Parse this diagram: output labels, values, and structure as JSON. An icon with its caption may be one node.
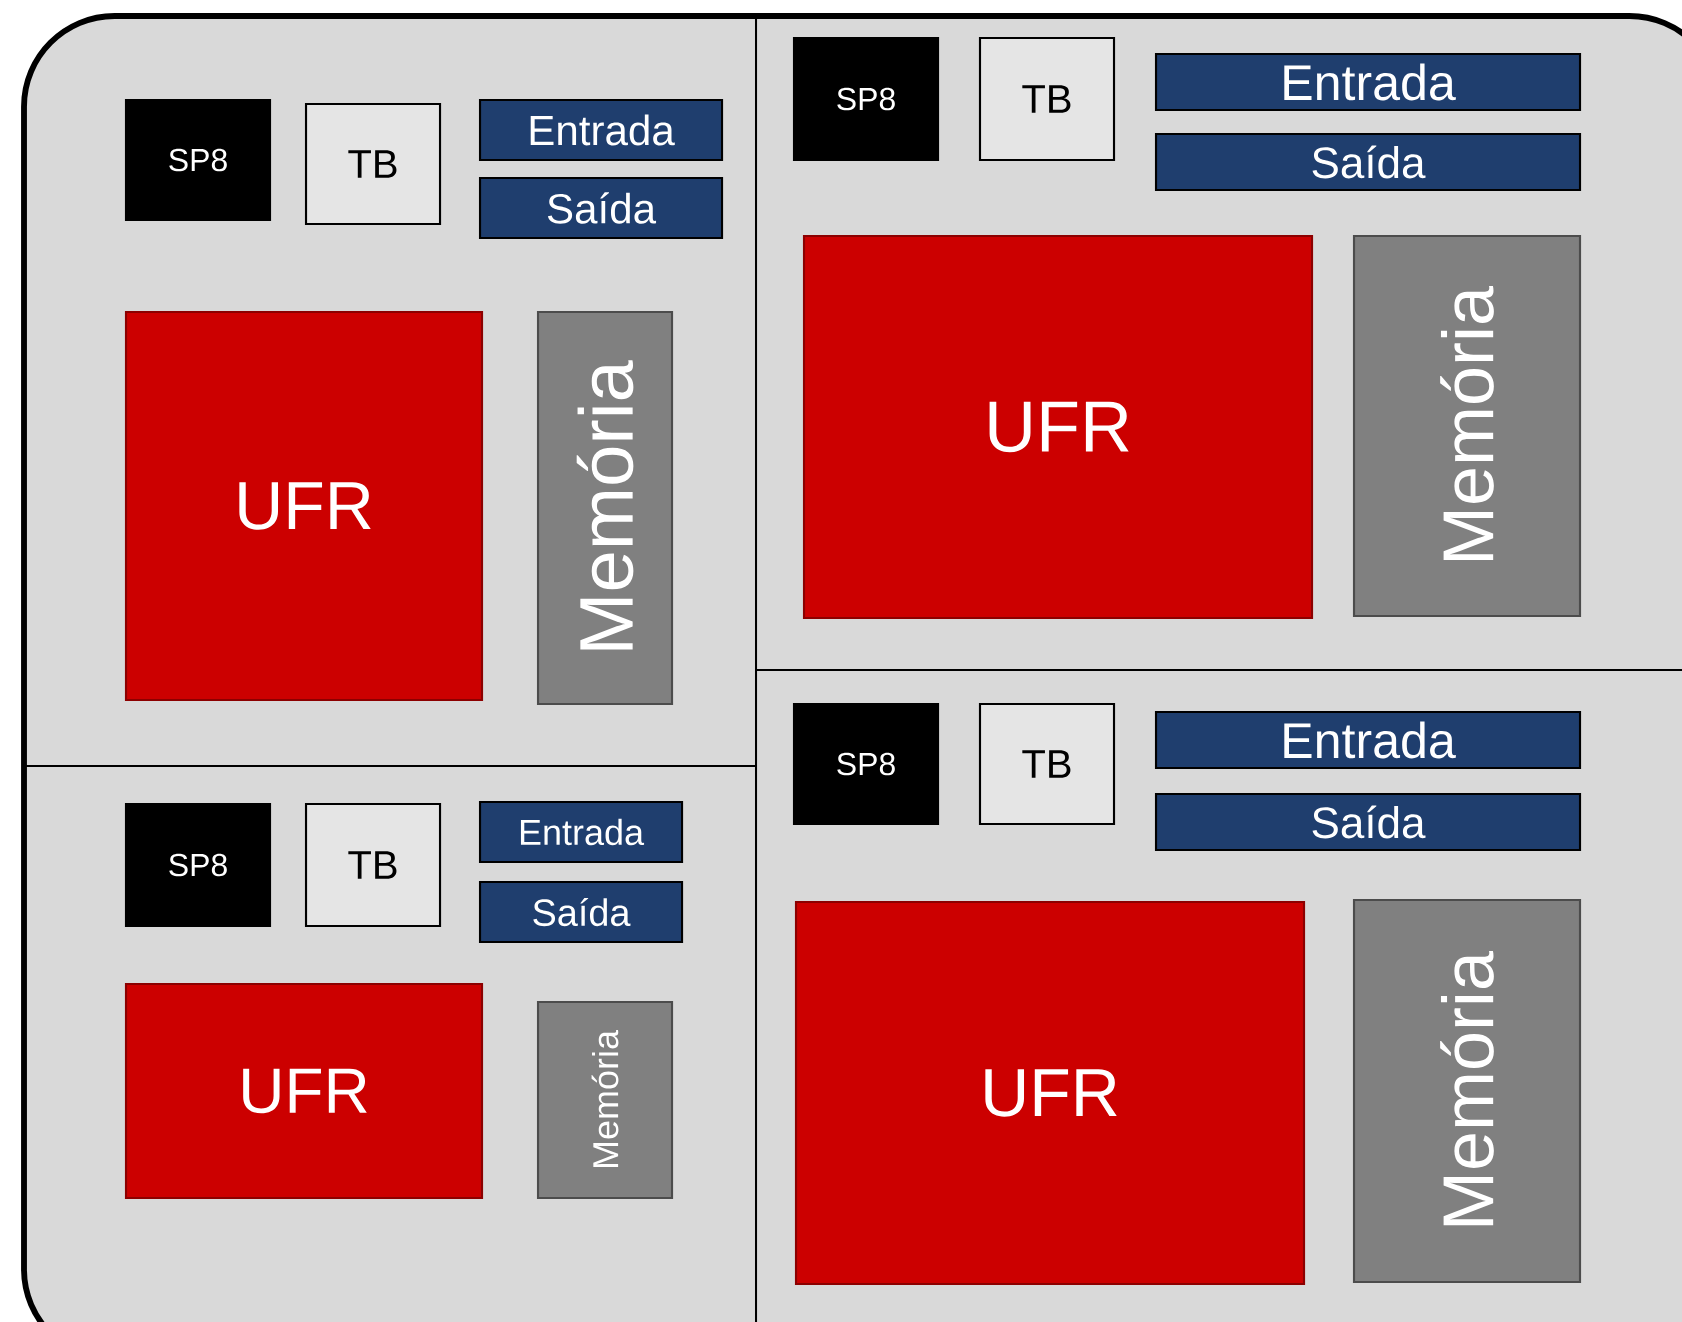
{
  "diagram": {
    "nodes": [
      {
        "text": [
          "SP8"
        ]
      },
      {
        "text": [
          "TB"
        ]
      },
      {
        "text": [
          "Entrada"
        ]
      },
      {
        "text": [
          "Saída"
        ]
      },
      {
        "text": [
          "UFR"
        ]
      },
      {
        "text": [
          "Memória"
        ]
      },
      {
        "text": [
          "SP8"
        ]
      },
      {
        "text": [
          "TB"
        ]
      },
      {
        "text": [
          "Entrada"
        ]
      },
      {
        "text": [
          "Saída"
        ]
      },
      {
        "text": [
          "UFR"
        ]
      },
      {
        "text": [
          "Memória"
        ]
      },
      {
        "text": [
          "SP8"
        ]
      },
      {
        "text": [
          "TB"
        ]
      },
      {
        "text": [
          "Entrada"
        ]
      },
      {
        "text": [
          "Saída"
        ]
      },
      {
        "text": [
          "UFR"
        ]
      },
      {
        "text": [
          "Memória"
        ]
      },
      {
        "text": [
          "SP8"
        ]
      },
      {
        "text": [
          "TB"
        ]
      },
      {
        "text": [
          "Entrada"
        ]
      },
      {
        "text": [
          "Saída"
        ]
      },
      {
        "text": [
          "UFR"
        ]
      },
      {
        "text": [
          "Memória"
        ]
      }
    ]
  }
}
